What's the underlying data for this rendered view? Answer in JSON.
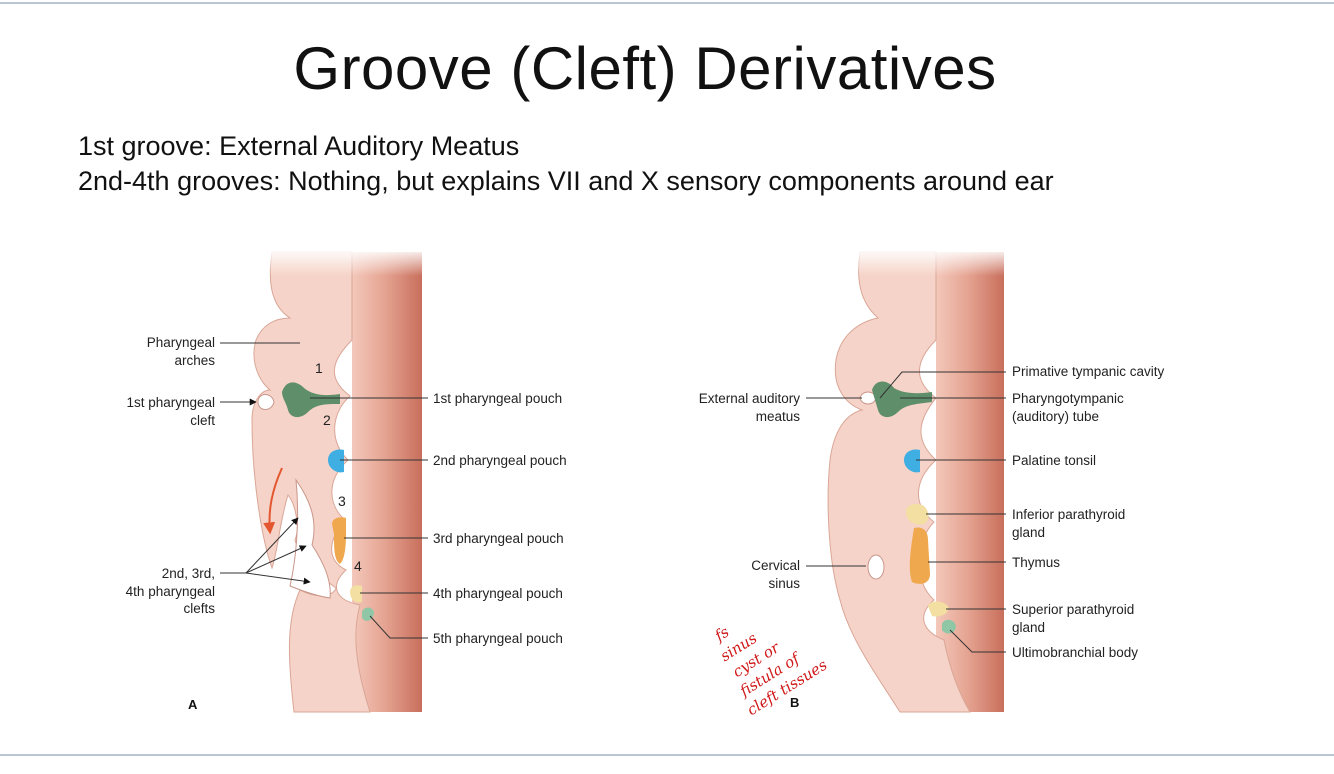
{
  "slide": {
    "title": "Groove (Cleft) Derivatives",
    "lines": [
      "1st groove: External Auditory Meatus",
      "2nd-4th grooves: Nothing, but explains VII and X sensory components around ear"
    ]
  },
  "figure_a": {
    "panel_label": "A",
    "arch_numbers": [
      "1",
      "2",
      "3",
      "4"
    ],
    "left_labels": {
      "arches": [
        "Pharyngeal",
        "arches"
      ],
      "first_cleft": [
        "1st pharyngeal",
        "cleft"
      ],
      "later_clefts": [
        "2nd, 3rd,",
        "4th pharyngeal",
        "clefts"
      ]
    },
    "right_labels": [
      "1st pharyngeal pouch",
      "2nd pharyngeal pouch",
      "3rd pharyngeal pouch",
      "4th pharyngeal pouch",
      "5th pharyngeal pouch"
    ]
  },
  "figure_b": {
    "panel_label": "B",
    "left_labels": {
      "meatus": [
        "External auditory",
        "meatus"
      ],
      "sinus": [
        "Cervical",
        "sinus"
      ]
    },
    "right_labels": {
      "tympanic": [
        "Primative tympanic cavity"
      ],
      "tube": [
        "Pharyngotympanic",
        "(auditory) tube"
      ],
      "tonsil": [
        "Palatine tonsil"
      ],
      "inf_parathyroid": [
        "Inferior parathyroid",
        "gland"
      ],
      "thymus": [
        "Thymus"
      ],
      "sup_parathyroid": [
        "Superior parathyroid",
        "gland"
      ],
      "ultimobranchial": [
        "Ultimobranchial body"
      ]
    },
    "handwritten_note": [
      "fs",
      "sinus",
      "cyst or",
      "fistula of",
      "cleft tissues"
    ]
  },
  "colors": {
    "tissue": "#f6d3c8",
    "tissue_outline": "#d9a696",
    "wall": "#d98f7d",
    "pouch1": "#5e8f6a",
    "pouch2": "#3faee2",
    "pouch3": "#f0a84e",
    "pouch4": "#f3dfa2",
    "pouch5": "#8fc7a6",
    "arrow_red": "#e3562f",
    "ink_red": "#d01818"
  }
}
